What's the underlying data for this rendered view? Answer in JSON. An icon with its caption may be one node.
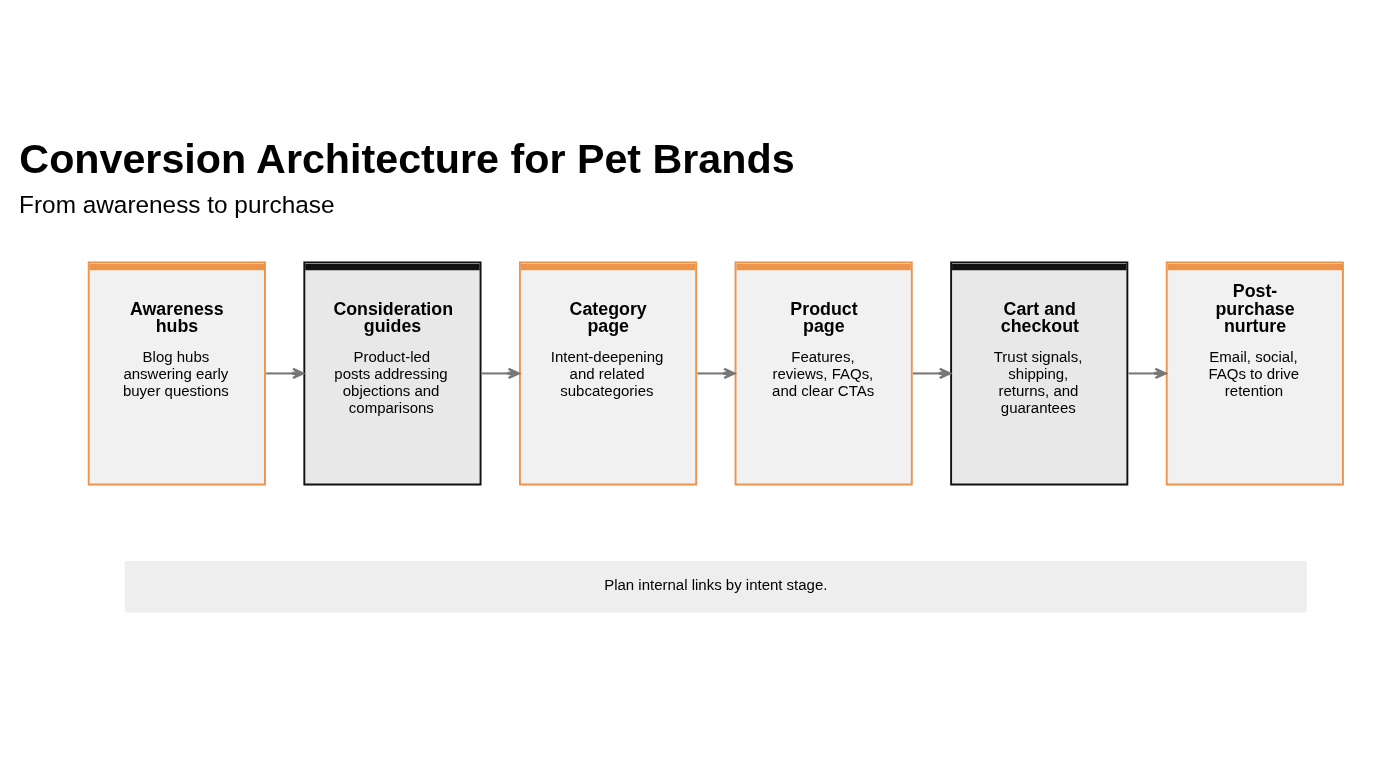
{
  "diagram": {
    "title": "Conversion Architecture for Pet Brands",
    "caption": "Plan internal links by intent stage.",
    "nodes": [
      {
        "text": [
          "Awareness hubs",
          "Blog hubs answering early buyer questions"
        ]
      },
      {
        "text": [
          "Consideration guides",
          "Product-led posts addressing objections and comparisons"
        ]
      },
      {
        "text": [
          "Category page",
          "Intent-deepening and related subcategories"
        ]
      },
      {
        "text": [
          "Product page",
          "Features, reviews, FAQs, and clear CTAs"
        ]
      },
      {
        "text": [
          "Cart and checkout",
          "Trust signals, shipping, returns, and guarantees"
        ]
      },
      {
        "text": [
          "Post-purchase nurture",
          "Email, social, FAQs to drive retention"
        ]
      }
    ],
    "edges": [
      {
        "from": 0,
        "to": 1,
        "arrow": "to"
      },
      {
        "from": 1,
        "to": 2,
        "arrow": "to"
      },
      {
        "from": 2,
        "to": 3,
        "arrow": "to"
      },
      {
        "from": 3,
        "to": 4,
        "arrow": "to"
      },
      {
        "from": 4,
        "to": 5,
        "arrow": "to"
      }
    ],
    "labels": [
      "From awareness to purchase"
    ]
  }
}
